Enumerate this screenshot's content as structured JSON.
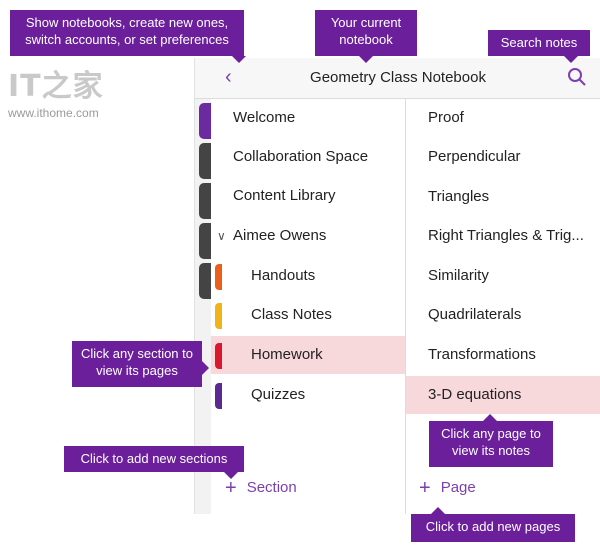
{
  "watermark": {
    "logo": "IT之家",
    "url": "www.ithome.com"
  },
  "topbar": {
    "title": "Geometry Class Notebook",
    "back_icon": "‹"
  },
  "notebook_tabs": [
    {
      "color": "#6b2aa0"
    },
    {
      "color": "#444444"
    },
    {
      "color": "#444444"
    },
    {
      "color": "#444444"
    },
    {
      "color": "#444444"
    }
  ],
  "sections": {
    "items": [
      {
        "label": "Welcome",
        "child": false
      },
      {
        "label": "Collaboration Space",
        "child": false
      },
      {
        "label": "Content Library",
        "child": false
      },
      {
        "label": "Aimee Owens",
        "child": false,
        "group": true
      },
      {
        "label": "Handouts",
        "child": true,
        "color": "#e8601c"
      },
      {
        "label": "Class Notes",
        "child": true,
        "color": "#f2b21a"
      },
      {
        "label": "Homework",
        "child": true,
        "color": "#d9182f",
        "selected": true
      },
      {
        "label": "Quizzes",
        "child": true,
        "color": "#5b2a91"
      }
    ],
    "add_label": "Section"
  },
  "pages": {
    "items": [
      {
        "label": "Proof"
      },
      {
        "label": "Perpendicular"
      },
      {
        "label": "Triangles"
      },
      {
        "label": "Right Triangles & Trig..."
      },
      {
        "label": "Similarity"
      },
      {
        "label": "Quadrilaterals"
      },
      {
        "label": "Transformations"
      },
      {
        "label": "3-D equations",
        "selected": true
      }
    ],
    "add_label": "Page"
  },
  "callouts": {
    "notebooks": "Show notebooks, create new ones, switch accounts, or set preferences",
    "current": "Your current notebook",
    "search": "Search notes",
    "section_click": "Click any section to view its pages",
    "add_sections": "Click to add new sections",
    "page_click": "Click any page to view its notes",
    "add_pages": "Click to add new pages"
  },
  "colors": {
    "accent": "#7b3fb0",
    "callout": "#6c1f9b",
    "selected": "#f7d9dc"
  }
}
